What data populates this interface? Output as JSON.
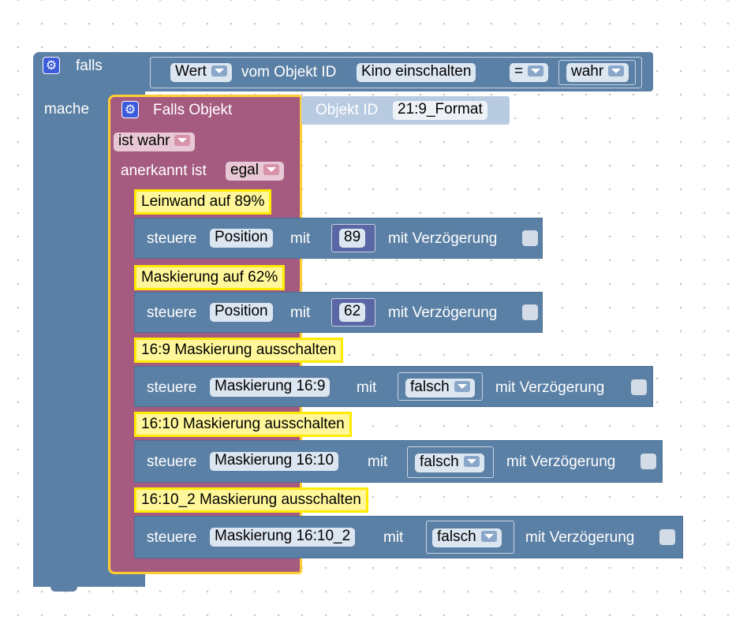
{
  "falls_block": {
    "label": "falls",
    "mache_label": "mache",
    "condition": {
      "wert_label": "Wert",
      "vom_objekt_label": "vom Objekt ID",
      "object_id": "Kino einschalten",
      "operator": "=",
      "value": "wahr"
    }
  },
  "trigger_block": {
    "label": "Falls Objekt",
    "objekt_id_label": "Objekt ID",
    "object_id": "21:9_Format",
    "state_value": "ist wahr",
    "anerkannt_label": "anerkannt ist",
    "anerkannt_value": "egal"
  },
  "statements": [
    {
      "comment": "Leinwand auf 89%",
      "steuere": "steuere",
      "target": "Position",
      "mit": "mit",
      "value": "89",
      "value_type": "number",
      "delay_label": "mit Verzögerung"
    },
    {
      "comment": "Maskierung auf 62%",
      "steuere": "steuere",
      "target": "Position",
      "mit": "mit",
      "value": "62",
      "value_type": "number",
      "delay_label": "mit Verzögerung"
    },
    {
      "comment": "16:9 Maskierung ausschalten",
      "steuere": "steuere",
      "target": "Maskierung 16:9",
      "mit": "mit",
      "value": "falsch",
      "value_type": "bool",
      "delay_label": "mit Verzögerung"
    },
    {
      "comment": "16:10 Maskierung ausschalten",
      "steuere": "steuere",
      "target": "Maskierung 16:10",
      "mit": "mit",
      "value": "falsch",
      "value_type": "bool",
      "delay_label": "mit Verzögerung"
    },
    {
      "comment": "16:10_2 Maskierung ausschalten",
      "steuere": "steuere",
      "target": "Maskierung 16:10_2",
      "mit": "mit",
      "value": "falsch",
      "value_type": "bool",
      "delay_label": "mit Verzögerung"
    }
  ],
  "colors": {
    "logic_block": "#5b80a5",
    "trigger_block": "#a55b80",
    "comment_fill": "#fff79a",
    "comment_border": "#ffea00",
    "number_block": "#5b67a5"
  }
}
